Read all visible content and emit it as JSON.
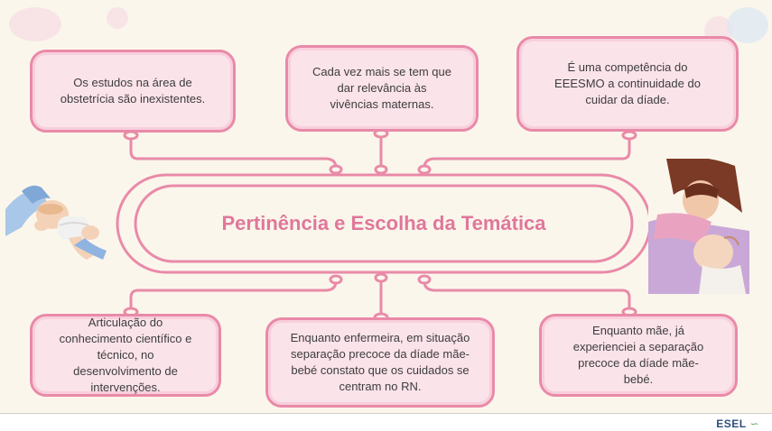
{
  "title": "Pertinência e Escolha da Temática",
  "boxes": {
    "top_left": "Os estudos na área de obstetrícia são inexistentes.",
    "top_center": "Cada vez mais se tem que dar relevância às vivências maternas.",
    "top_right": "É uma competência do EEESMO a continuidade do cuidar da díade.",
    "bottom_left": "Articulação do conhecimento científico e técnico, no desenvolvimento de intervenções.",
    "bottom_center": "Enquanto enfermeira, em situação separação precoce da díade mãe-bebé constato que os cuidados se centram no RN.",
    "bottom_right": "Enquanto mãe, já experienciei a separação precoce da díade mãe-bebé."
  },
  "footer": {
    "logo_text": "ESEL"
  },
  "colors": {
    "accent": "#e98aa8",
    "box_fill": "#fbe3ea",
    "title": "#e0779a",
    "background": "#fbf6ec"
  }
}
